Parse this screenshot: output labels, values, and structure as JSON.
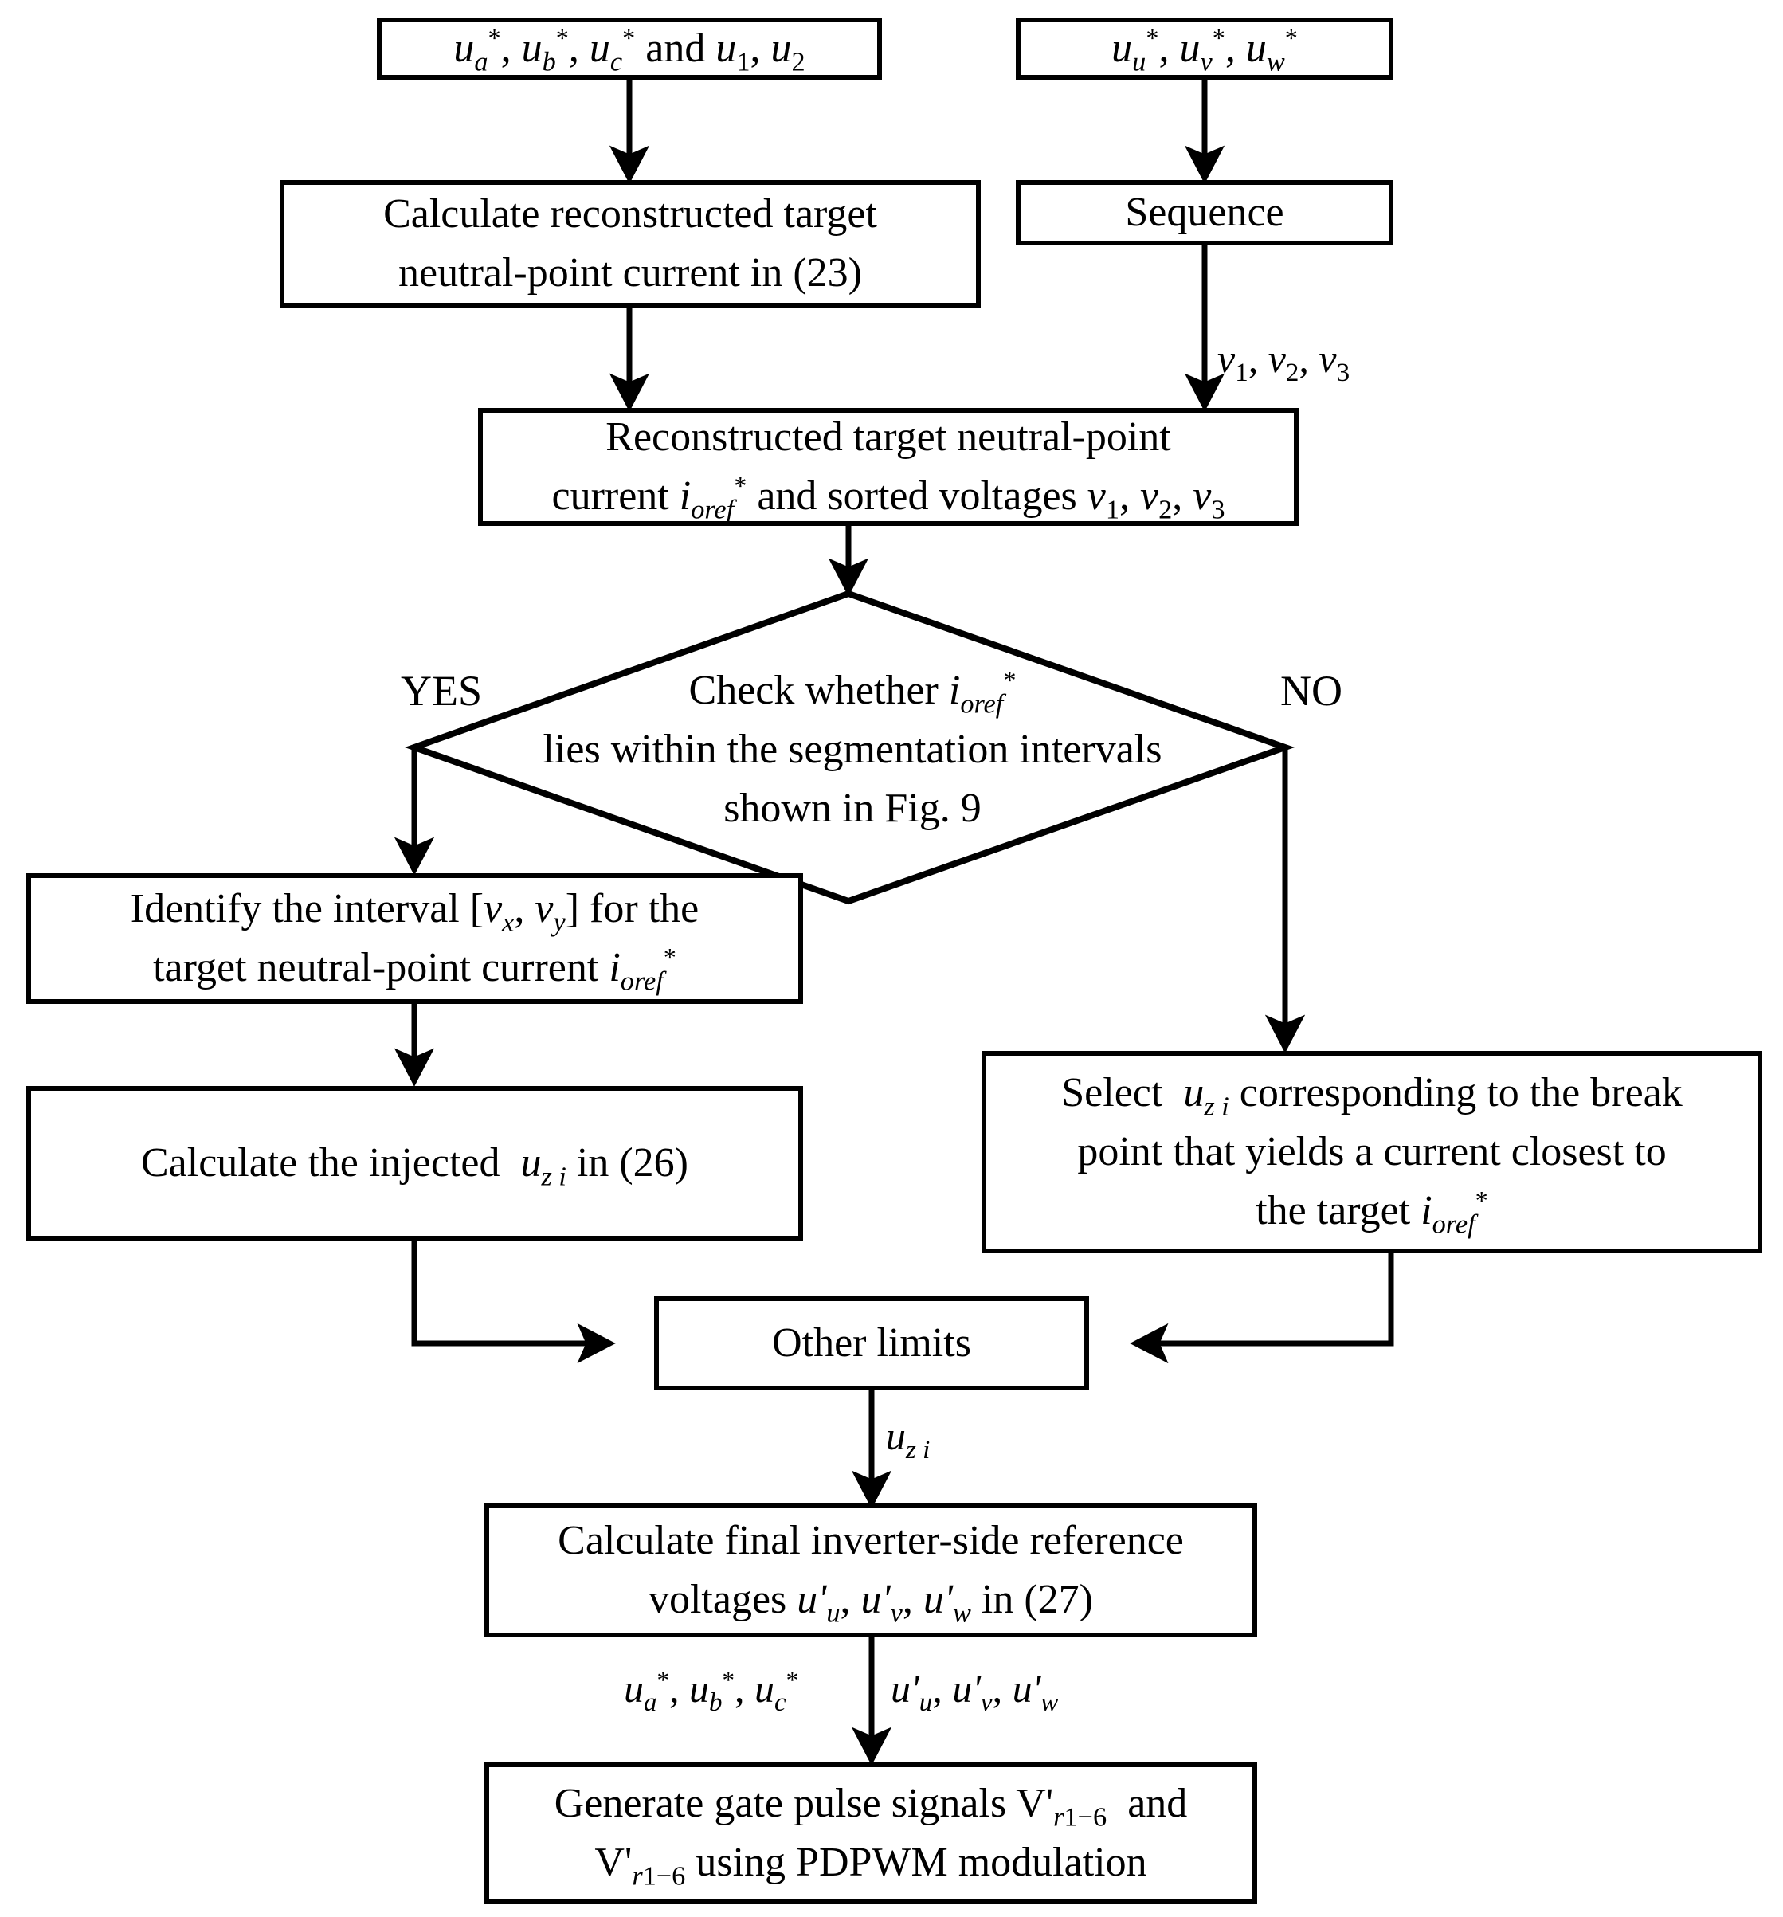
{
  "diagram": {
    "title": "Neutral-point current control flowchart",
    "stroke_color": "#000000",
    "background_color": "#ffffff",
    "nodes": [
      {
        "id": "input-abc",
        "shape": "process",
        "text_html": "<i class=\"v\">u</i><sub class=\"sb\"><i class=\"v\">a</i></sub><sup class=\"star\">*</sup>, <i class=\"v\">u</i><sub class=\"sb\"><i class=\"v\">b</i></sub><sup class=\"star\">*</sup>, <i class=\"v\">u</i><sub class=\"sb\"><i class=\"v\">c</i></sub><sup class=\"star\">*</sup> and <i class=\"v\">u</i><sub class=\"sb\">1</sub>, <i class=\"v\">u</i><sub class=\"sb\">2</sub>",
        "text_plain": "ua*, ub*, uc* and u1, u2"
      },
      {
        "id": "input-uvw",
        "shape": "process",
        "text_html": "<i class=\"v\">u</i><sub class=\"sb\"><i class=\"v\">u</i></sub><sup class=\"star\">*</sup>, <i class=\"v\">u</i><sub class=\"sb\"><i class=\"v\">v</i></sub><sup class=\"star\">*</sup>, <i class=\"v\">u</i><sub class=\"sb\"><i class=\"v\">w</i></sub><sup class=\"star\">*</sup>",
        "text_plain": "uu*, uv*, uw*"
      },
      {
        "id": "calc-reconstructed",
        "shape": "process",
        "text_html": "Calculate reconstructed target<br>neutral-point current in (23)",
        "text_plain": "Calculate reconstructed target neutral-point current in (23)"
      },
      {
        "id": "sequence",
        "shape": "process",
        "text_html": "Sequence",
        "text_plain": "Sequence"
      },
      {
        "id": "reconstructed-target",
        "shape": "process",
        "text_html": "Reconstructed target neutral-point<br>current <i class=\"v\">i</i><sub class=\"sb\"><i class=\"v\">oref</i></sub><sup class=\"star\">*</sup> and sorted voltages <i class=\"v\">v</i><sub class=\"sb\">1</sub>, <i class=\"v\">v</i><sub class=\"sb\">2</sub>, <i class=\"v\">v</i><sub class=\"sb\">3</sub>",
        "text_plain": "Reconstructed target neutral-point current ioref* and sorted voltages v1, v2, v3"
      },
      {
        "id": "decision-check",
        "shape": "diamond",
        "text_html": "Check whether <i class=\"v\">i</i><sub class=\"sb\"><i class=\"v\">oref</i></sub><sup class=\"star\">*</sup><br>lies within the segmentation intervals<br>shown in Fig. 9",
        "text_plain": "Check whether ioref* lies within the segmentation intervals shown in Fig. 9"
      },
      {
        "id": "identify-interval",
        "shape": "process",
        "text_html": "Identify the interval [<i class=\"v\">v</i><sub class=\"sb\"><i class=\"v\">x</i></sub>, <i class=\"v\">v</i><sub class=\"sb\"><i class=\"v\">y</i></sub>] for the<br>target neutral-point current <i class=\"v\">i</i><sub class=\"sb\"><i class=\"v\">oref</i></sub><sup class=\"star\">*</sup>",
        "text_plain": "Identify the interval [vx, vy] for the target neutral-point current ioref*"
      },
      {
        "id": "calc-injected",
        "shape": "process",
        "text_html": "Calculate the injected &nbsp;<i class=\"v\">u</i><sub class=\"sb\"><i class=\"v\">z i</i></sub> in (26)",
        "text_plain": "Calculate the injected uzi in (26)"
      },
      {
        "id": "select-uzi",
        "shape": "process",
        "text_html": "Select &nbsp;<i class=\"v\">u</i><sub class=\"sb\"><i class=\"v\">z i</i></sub> corresponding to the break<br>point that yields a current closest to<br>the target <i class=\"v\">i</i><sub class=\"sb\"><i class=\"v\">oref</i></sub><sup class=\"star\">*</sup>",
        "text_plain": "Select uzi corresponding to the break point that yields a current closest to the target ioref*"
      },
      {
        "id": "other-limits",
        "shape": "process",
        "text_html": "Other limits",
        "text_plain": "Other limits"
      },
      {
        "id": "calc-final",
        "shape": "process",
        "text_html": "Calculate final inverter-side reference<br>voltages <i class=\"v\">u'</i><sub class=\"sb\"><i class=\"v\">u</i></sub>, <i class=\"v\">u'</i><sub class=\"sb\"><i class=\"v\">v</i></sub>, <i class=\"v\">u'</i><sub class=\"sb\"><i class=\"v\">w</i></sub> in (27)",
        "text_plain": "Calculate final inverter-side reference voltages u'u, u'v, u'w in (27)"
      },
      {
        "id": "generate-gate",
        "shape": "process",
        "text_html": "Generate gate pulse signals V'<sub class=\"sb\"><i class=\"v\">r</i>1&#8722;6</sub>&nbsp; and<br>V'<sub class=\"sb\"><i class=\"v\">r</i>1&#8722;6</sub> using PDPWM modulation",
        "text_plain": "Generate gate pulse signals V'r1-6 and V'r1-6 using PDPWM modulation"
      }
    ],
    "edge_labels": [
      {
        "id": "label-v123",
        "text_html": "<i class=\"v\">v</i><sub class=\"sb\">1</sub>, <i class=\"v\">v</i><sub class=\"sb\">2</sub>, <i class=\"v\">v</i><sub class=\"sb\">3</sub>",
        "text_plain": "v1, v2, v3"
      },
      {
        "id": "label-yes",
        "text_html": "YES",
        "text_plain": "YES"
      },
      {
        "id": "label-no",
        "text_html": "NO",
        "text_plain": "NO"
      },
      {
        "id": "label-uzi",
        "text_html": "<i class=\"v\">u</i><sub class=\"sb\"><i class=\"v\">z i</i></sub>",
        "text_plain": "uzi"
      },
      {
        "id": "label-refs",
        "text_html": "<i class=\"v\">u</i><sub class=\"sb\"><i class=\"v\">a</i></sub><sup class=\"star\">*</sup>, <i class=\"v\">u</i><sub class=\"sb\"><i class=\"v\">b</i></sub><sup class=\"star\">*</sup>, <i class=\"v\">u</i><sub class=\"sb\"><i class=\"v\">c</i></sub><sup class=\"star\">*</sup>",
        "text_plain": "ua*, ub*, uc*"
      },
      {
        "id": "label-primes",
        "text_html": "<i class=\"v\">u'</i><sub class=\"sb\"><i class=\"v\">u</i></sub>, <i class=\"v\">u'</i><sub class=\"sb\"><i class=\"v\">v</i></sub>, <i class=\"v\">u'</i><sub class=\"sb\"><i class=\"v\">w</i></sub>",
        "text_plain": "u'u, u'v, u'w"
      }
    ]
  }
}
